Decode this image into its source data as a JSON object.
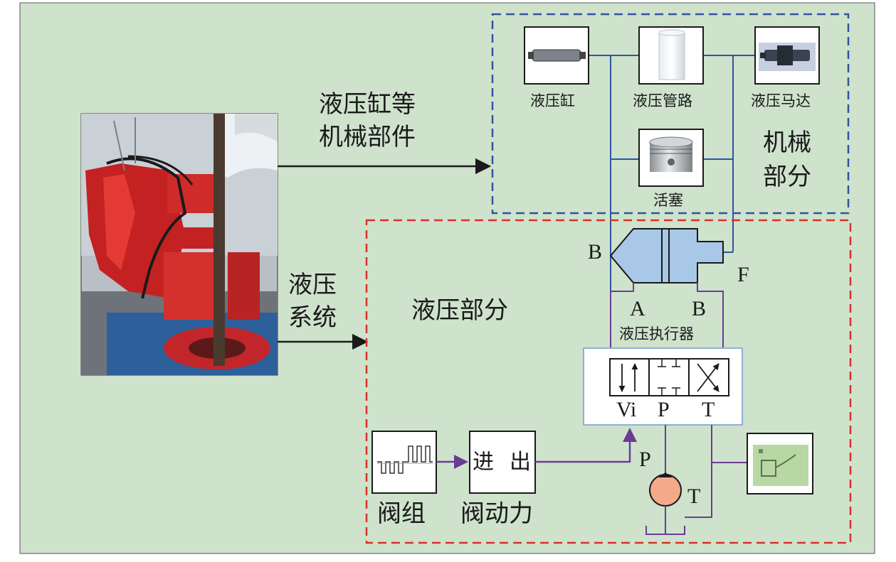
{
  "colors": {
    "background": "#cfe3cc",
    "mechanical_border": "#2f54a3",
    "hydraulic_border": "#d9302a",
    "pipe_blue": "#2f54a3",
    "pipe_purple": "#6a3c95",
    "cylinder_fill": "#a9c7e6",
    "pump_fill": "#f4a98a"
  },
  "left": {
    "mech_arrow_label_line1": "液压缸等",
    "mech_arrow_label_line2": "机械部件",
    "hyd_arrow_label_line1": "液压",
    "hyd_arrow_label_line2": "系统"
  },
  "mechanical": {
    "components": [
      "液压缸",
      "液压管路",
      "液压马达",
      "活塞"
    ],
    "section_title_line1": "机械",
    "section_title_line2": "部分"
  },
  "hydraulic": {
    "section_title": "液压部分",
    "actuator_label": "液压执行器",
    "ports": {
      "cyl_B": "B",
      "cyl_F": "F",
      "port_A": "A",
      "port_B": "B",
      "valve_vi": "Vi",
      "valve_p": "P",
      "valve_t": "T",
      "pump_p": "P",
      "pump_t": "T"
    },
    "valve_power_in": "进",
    "valve_power_out": "出",
    "valve_group_label": "阀组",
    "valve_power_label": "阀动力"
  }
}
